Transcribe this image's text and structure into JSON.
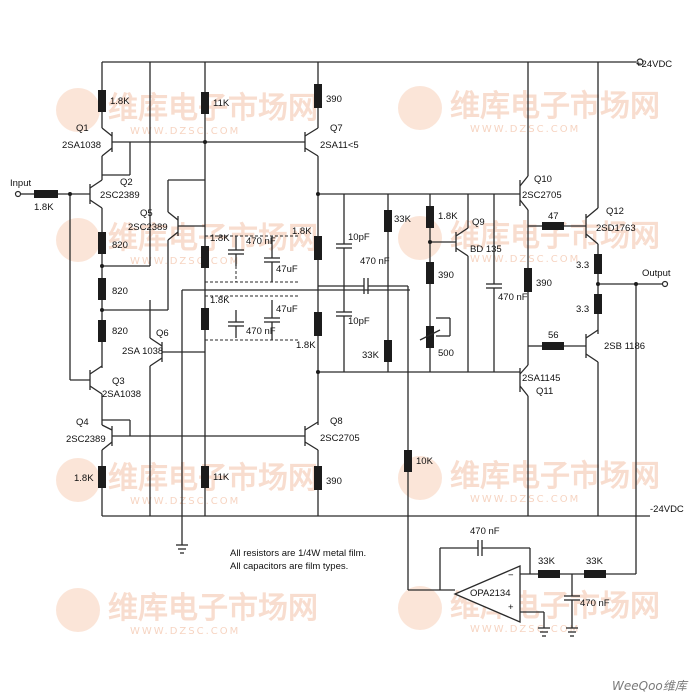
{
  "rails": {
    "positive": "+24VDC",
    "negative": "-24VDC"
  },
  "signals": {
    "input": "Input",
    "output": "Output"
  },
  "transistors": [
    {
      "ref": "Q1",
      "part": "2SA1038"
    },
    {
      "ref": "Q2",
      "part": "2SC2389"
    },
    {
      "ref": "Q3",
      "part": "2SA1038"
    },
    {
      "ref": "Q4",
      "part": "2SC2389"
    },
    {
      "ref": "Q5",
      "part": "2SC2389"
    },
    {
      "ref": "Q6",
      "part": "2SA 1038"
    },
    {
      "ref": "Q7",
      "part": "2SA11<5"
    },
    {
      "ref": "Q8",
      "part": "2SC2705"
    },
    {
      "ref": "Q9",
      "part": "BD 135"
    },
    {
      "ref": "Q10",
      "part": "2SC2705"
    },
    {
      "ref": "Q11",
      "part": "2SA1145"
    },
    {
      "ref": "Q12",
      "part": "2SD1763"
    },
    {
      "ref": "",
      "part": "2SB 1186"
    }
  ],
  "resistors": [
    "1.8K",
    "1.8K",
    "820",
    "820",
    "820",
    "1.8K",
    "1.8K",
    "1.8K",
    "11K",
    "11K",
    "390",
    "1.8K",
    "1.8K",
    "390",
    "33K",
    "33K",
    "1.8K",
    "390",
    "500",
    "47",
    "56",
    "390",
    "3.3",
    "3.3",
    "10K",
    "33K",
    "33K"
  ],
  "capacitors": [
    "470 nF",
    "47uF",
    "470 nF",
    "47uF",
    "10pF",
    "470 nF",
    "10pF",
    "470 nF",
    "470 nF",
    "470 nF"
  ],
  "opamp": "OPA2134",
  "opamp_pins": {
    "inv": "−",
    "noninv": "+"
  },
  "notes": [
    "All resistors are 1/4W metal film.",
    "All capacitors are film types."
  ],
  "watermark": {
    "text": "维库电子市场网",
    "url": "WWW.DZSC.COM",
    "logo": "dzsc-flower-logo"
  },
  "brand": {
    "text": "WeeQoo维库"
  }
}
